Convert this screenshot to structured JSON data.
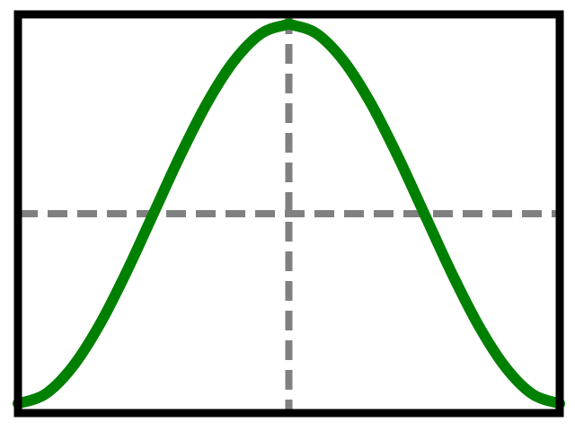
{
  "chart_data": {
    "type": "line",
    "title": "",
    "xlabel": "",
    "ylabel": "",
    "xlim": [
      -3.14159,
      3.14159
    ],
    "ylim": [
      -1.05,
      1.05
    ],
    "grid": false,
    "legend": "none",
    "x": [
      -3.14159,
      -2.82743,
      -2.51327,
      -2.19911,
      -1.88496,
      -1.5708,
      -1.25664,
      -0.94248,
      -0.62832,
      -0.31416,
      0,
      0.31416,
      0.62832,
      0.94248,
      1.25664,
      1.5708,
      1.88496,
      2.19911,
      2.51327,
      2.82743,
      3.14159
    ],
    "series": [
      {
        "values": [
          -1.0,
          -0.951,
          -0.809,
          -0.588,
          -0.309,
          0.0,
          0.309,
          0.588,
          0.809,
          0.951,
          1.0,
          0.951,
          0.809,
          0.588,
          0.309,
          0.0,
          -0.309,
          -0.588,
          -0.809,
          -0.951,
          -1.0
        ],
        "color": "#008000"
      }
    ],
    "reference_lines": {
      "x": 0,
      "y": 0,
      "color": "#808080",
      "style": "dashed"
    },
    "frame_color": "#000000"
  }
}
